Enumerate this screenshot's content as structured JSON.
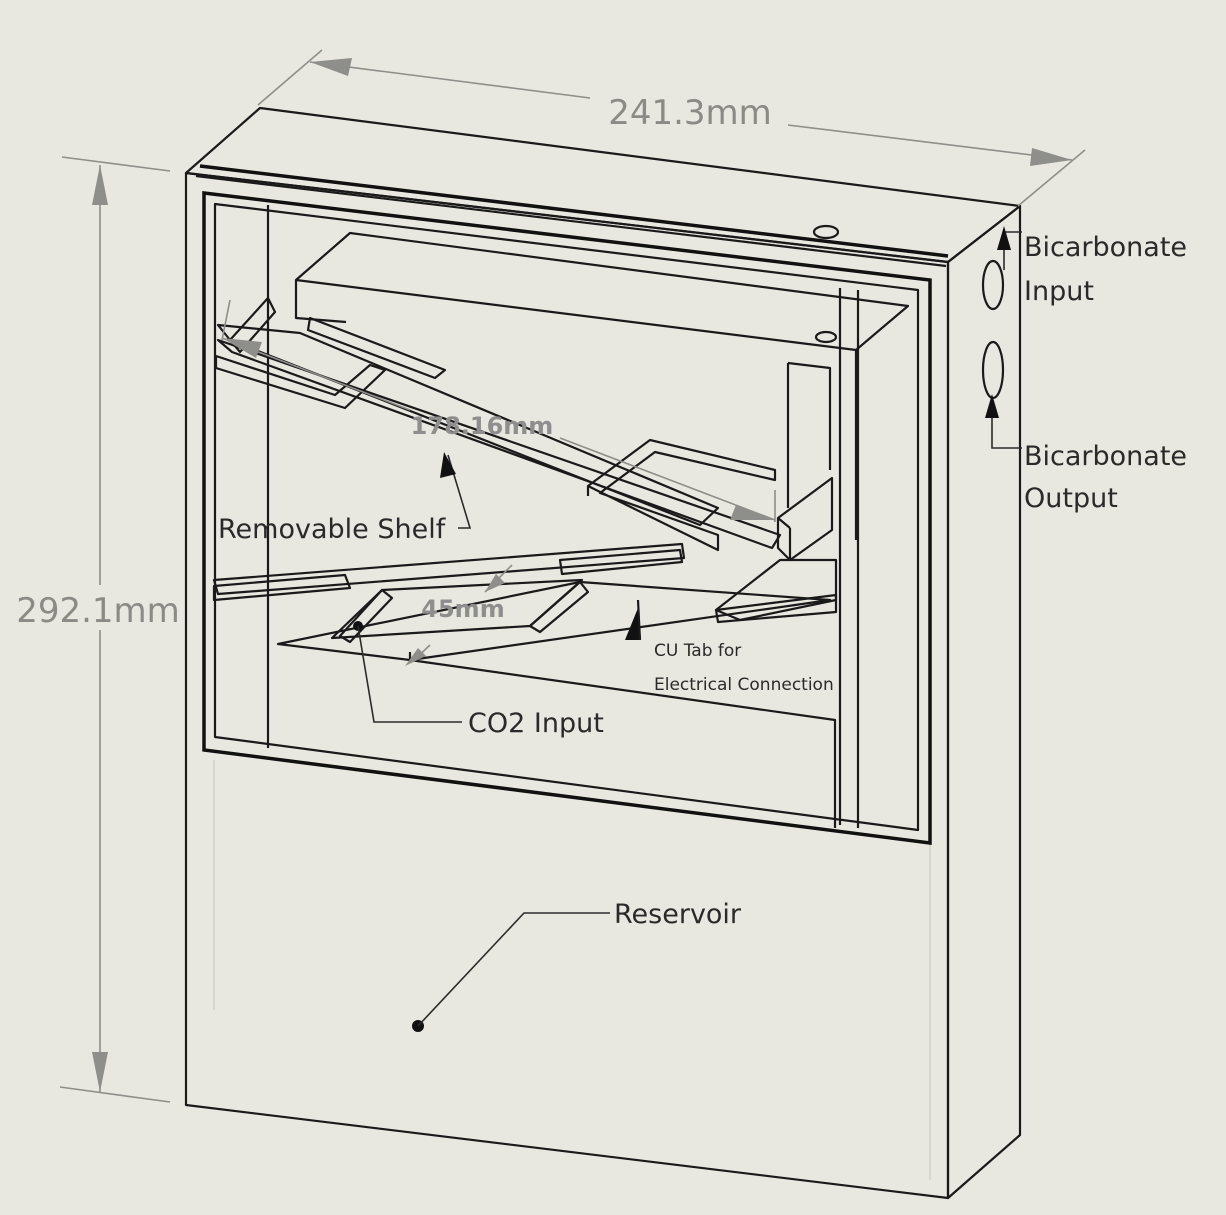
{
  "dimensions": {
    "width": "241.3mm",
    "height": "292.1mm",
    "shelf_length": "178.16mm",
    "shelf_spacing": "45mm"
  },
  "labels": {
    "bicarbonate_input_line1": "Bicarbonate",
    "bicarbonate_input_line2": "Input",
    "bicarbonate_output_line1": "Bicarbonate",
    "bicarbonate_output_line2": "Output",
    "removable_shelf": "Removable Shelf",
    "cu_tab_line1": "CU Tab for",
    "cu_tab_line2": "Electrical Connection",
    "co2_input": "CO2 Input",
    "reservoir": "Reservoir"
  },
  "colors": {
    "background": "#e9e8e0",
    "lines": "#1a1a1a",
    "dimension": "#8e8e8a"
  }
}
